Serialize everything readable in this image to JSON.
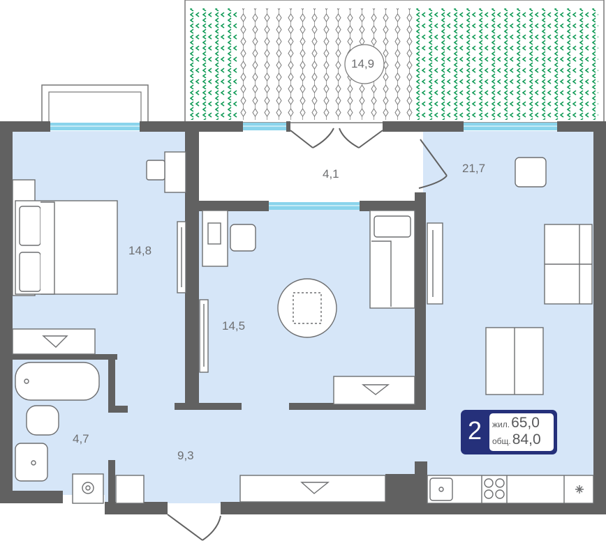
{
  "rooms": {
    "terrace": "14,9",
    "hall": "4,1",
    "living": "21,7",
    "bedroom_left": "14,8",
    "bedroom_center": "14,5",
    "bathroom": "4,7",
    "corridor": "9,3"
  },
  "summary": {
    "room_count": "2",
    "living_label": "жил.",
    "living_value": "65,0",
    "total_label": "общ.",
    "total_value": "84,0"
  },
  "colors": {
    "floor": "#d6e6f8",
    "wall": "#616161",
    "window": "#8ad4ec",
    "terrace_green": "#0e9a55",
    "badge": "#25307a"
  }
}
